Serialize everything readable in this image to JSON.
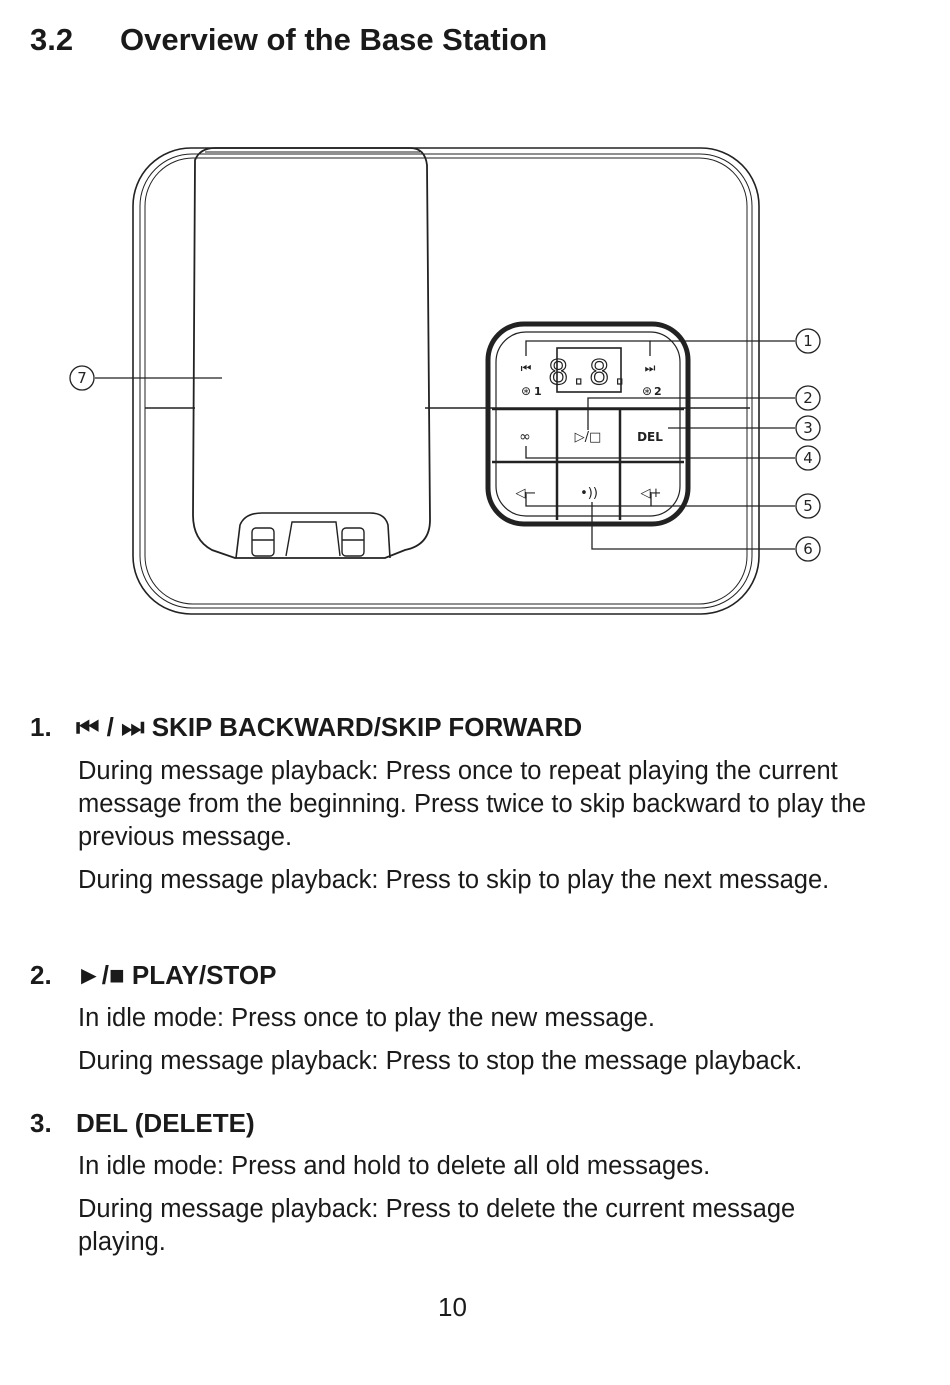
{
  "section": {
    "number": "3.2",
    "title": "Overview of the Base Station"
  },
  "figure": {
    "callouts": [
      "1",
      "2",
      "3",
      "4",
      "5",
      "6",
      "7"
    ],
    "display_digits": "8.8.",
    "keys": {
      "del": "DEL",
      "memory1": "1",
      "memory2": "2"
    }
  },
  "items": [
    {
      "number": "1.",
      "glyphs": "⏮ / ⏭",
      "title": "SKIP BACKWARD/SKIP FORWARD",
      "paragraphs": [
        "During message playback: Press once to repeat playing the current message from the beginning. Press twice to skip backward to play the previous message.",
        "During message playback: Press to skip to play the next message."
      ]
    },
    {
      "number": "2.",
      "glyphs": "►/■",
      "title": "PLAY/STOP",
      "paragraphs": [
        "In idle mode: Press once to play the new message.",
        "During message playback: Press to stop the message playback."
      ]
    },
    {
      "number": "3.",
      "glyphs": "",
      "title": "DEL (DELETE)",
      "paragraphs": [
        "In idle mode: Press and hold to delete all old messages.",
        "During message playback: Press to delete the current message playing."
      ]
    }
  ],
  "page_number": "10"
}
